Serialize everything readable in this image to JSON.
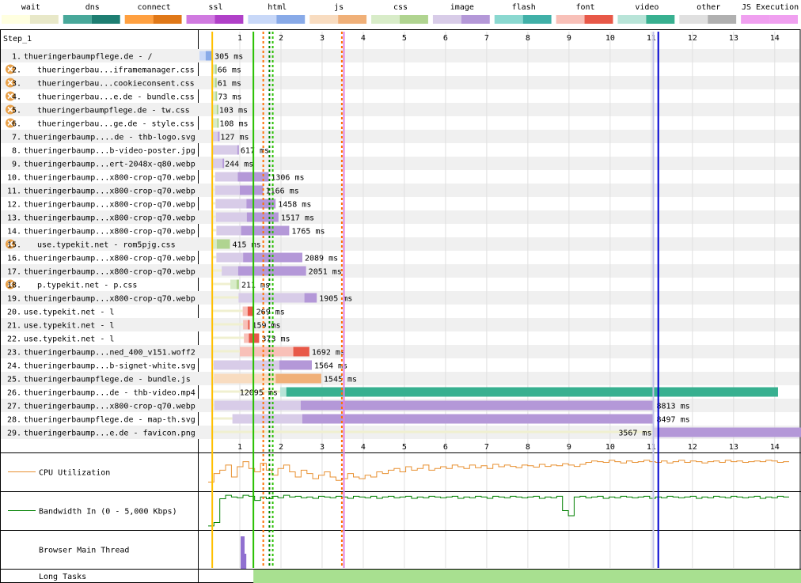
{
  "legend": [
    {
      "label": "wait",
      "color": "#ffffe0",
      "dark": "#e8e8c8"
    },
    {
      "label": "dns",
      "color": "#48a89a",
      "dark": "#1e7e72"
    },
    {
      "label": "connect",
      "color": "#ffa040",
      "dark": "#e07818"
    },
    {
      "label": "ssl",
      "color": "#d07ae0",
      "dark": "#b040c8"
    },
    {
      "label": "html",
      "color": "#c8d8f8",
      "dark": "#88aae8"
    },
    {
      "label": "js",
      "color": "#f8dcc0",
      "dark": "#f0b078"
    },
    {
      "label": "css",
      "color": "#d8ecc8",
      "dark": "#b0d490"
    },
    {
      "label": "image",
      "color": "#d8cce8",
      "dark": "#b498d8"
    },
    {
      "label": "flash",
      "color": "#8ad8d0",
      "dark": "#40b0a8"
    },
    {
      "label": "font",
      "color": "#f8c0b8",
      "dark": "#e85848"
    },
    {
      "label": "video",
      "color": "#b8e4d8",
      "dark": "#38b090"
    },
    {
      "label": "other",
      "color": "#e0e0e0",
      "dark": "#b0b0b0"
    },
    {
      "label": "JS Execution",
      "color": "#f0a0f0",
      "dark": "#f0a0f0"
    }
  ],
  "step_label": "Step_1",
  "chart_data": {
    "type": "waterfall",
    "x_unit": "seconds",
    "xlim": [
      0,
      14.6
    ],
    "ticks": [
      1,
      2,
      3,
      4,
      5,
      6,
      7,
      8,
      9,
      10,
      11,
      12,
      13,
      14
    ],
    "requests": [
      {
        "num": "1.",
        "url": "thueringerbaumpflege.de - /",
        "start": 0.02,
        "end": 0.33,
        "ttfb": 0.15,
        "type": "html",
        "blocking": false,
        "label": "305 ms",
        "label_side": "right"
      },
      {
        "num": "2.",
        "url": "thueringerbau...iframemanager.css",
        "start": 0.34,
        "end": 0.4,
        "ttfb": 0.2,
        "type": "css",
        "blocking": true,
        "label": "66 ms",
        "label_side": "right"
      },
      {
        "num": "3.",
        "url": "thueringerbau...cookieconsent.css",
        "start": 0.34,
        "end": 0.4,
        "ttfb": 0.2,
        "type": "css",
        "blocking": true,
        "label": "61 ms",
        "label_side": "right"
      },
      {
        "num": "4.",
        "url": "thueringerbau...e.de - bundle.css",
        "start": 0.34,
        "end": 0.41,
        "ttfb": 0.2,
        "type": "css",
        "blocking": true,
        "label": "73 ms",
        "label_side": "right"
      },
      {
        "num": "5.",
        "url": "thueringerbaumpflege.de - tw.css",
        "start": 0.34,
        "end": 0.44,
        "ttfb": 0.2,
        "type": "css",
        "blocking": true,
        "label": "103 ms",
        "label_side": "right"
      },
      {
        "num": "6.",
        "url": "thueringerbau...ge.de - style.css",
        "start": 0.34,
        "end": 0.45,
        "ttfb": 0.2,
        "type": "css",
        "blocking": true,
        "label": "108 ms",
        "label_side": "right"
      },
      {
        "num": "7.",
        "url": "thueringerbaump....de - thb-logo.svg",
        "start": 0.34,
        "end": 0.47,
        "ttfb": 0.2,
        "type": "image",
        "blocking": false,
        "label": "127 ms",
        "label_side": "right"
      },
      {
        "num": "8.",
        "url": "thueringerbaump...b-video-poster.jpg",
        "start": 0.34,
        "end": 0.96,
        "ttfb": 0.6,
        "type": "image",
        "blocking": false,
        "label": "617 ms",
        "label_side": "right"
      },
      {
        "num": "9.",
        "url": "thueringerbaump...ert-2048x-q80.webp",
        "start": 0.34,
        "end": 0.58,
        "ttfb": 0.6,
        "type": "image",
        "blocking": false,
        "label": "244 ms",
        "label_side": "right"
      },
      {
        "num": "10.",
        "url": "thueringerbaump...x800-crop-q70.webp",
        "start": 0.4,
        "end": 1.7,
        "ttfb": 0.55,
        "type": "image",
        "blocking": false,
        "label": "1306 ms",
        "label_side": "right"
      },
      {
        "num": "11.",
        "url": "thueringerbaump...x800-crop-q70.webp",
        "start": 0.4,
        "end": 1.57,
        "ttfb": 0.6,
        "type": "image",
        "blocking": false,
        "label": "1166 ms",
        "label_side": "right"
      },
      {
        "num": "12.",
        "url": "thueringerbaump...x800-crop-q70.webp",
        "start": 0.41,
        "end": 1.87,
        "ttfb": 0.75,
        "type": "image",
        "blocking": false,
        "label": "1458 ms",
        "label_side": "right"
      },
      {
        "num": "13.",
        "url": "thueringerbaump...x800-crop-q70.webp",
        "start": 0.42,
        "end": 1.94,
        "ttfb": 0.75,
        "type": "image",
        "blocking": false,
        "label": "1517 ms",
        "label_side": "right"
      },
      {
        "num": "14.",
        "url": "thueringerbaump...x800-crop-q70.webp",
        "start": 0.43,
        "end": 2.2,
        "ttfb": 0.6,
        "type": "image",
        "blocking": false,
        "label": "1765 ms",
        "label_side": "right"
      },
      {
        "num": "15.",
        "url": "use.typekit.net - rom5pjg.css",
        "start": 0.34,
        "end": 0.76,
        "ttfb": 0.1,
        "type": "css",
        "blocking": true,
        "label": "415 ms",
        "label_side": "right"
      },
      {
        "num": "16.",
        "url": "thueringerbaump...x800-crop-q70.webp",
        "start": 0.43,
        "end": 2.52,
        "ttfb": 0.65,
        "type": "image",
        "blocking": false,
        "label": "2089 ms",
        "label_side": "right"
      },
      {
        "num": "17.",
        "url": "thueringerbaump...x800-crop-q70.webp",
        "start": 0.56,
        "end": 2.61,
        "ttfb": 0.4,
        "type": "image",
        "blocking": false,
        "label": "2051 ms",
        "label_side": "right"
      },
      {
        "num": "18.",
        "url": "p.typekit.net - p.css",
        "start": 0.77,
        "end": 0.98,
        "ttfb": 0.15,
        "type": "css",
        "blocking": true,
        "label": "211 ms",
        "label_side": "right"
      },
      {
        "num": "19.",
        "url": "thueringerbaump...x800-crop-q70.webp",
        "start": 0.97,
        "end": 2.87,
        "ttfb": 1.6,
        "type": "image",
        "blocking": false,
        "label": "1905 ms",
        "label_side": "right"
      },
      {
        "num": "20.",
        "url": "use.typekit.net - l",
        "start": 1.07,
        "end": 1.34,
        "ttfb": 0.12,
        "type": "font",
        "blocking": false,
        "label": "269 ms",
        "label_side": "right"
      },
      {
        "num": "21.",
        "url": "use.typekit.net - l",
        "start": 1.08,
        "end": 1.24,
        "ttfb": 0.12,
        "type": "font",
        "blocking": false,
        "label": "159 ms",
        "label_side": "right"
      },
      {
        "num": "22.",
        "url": "use.typekit.net - l",
        "start": 1.1,
        "end": 1.47,
        "ttfb": 0.12,
        "type": "font",
        "blocking": false,
        "label": "373 ms",
        "label_side": "right"
      },
      {
        "num": "23.",
        "url": "thueringerbaump...ned_400_v151.woff2",
        "start": 1.0,
        "end": 2.69,
        "ttfb": 1.3,
        "type": "font",
        "blocking": false,
        "label": "1692 ms",
        "label_side": "right"
      },
      {
        "num": "24.",
        "url": "thueringerbaump...b-signet-white.svg",
        "start": 0.36,
        "end": 2.75,
        "ttfb": 1.6,
        "type": "image",
        "blocking": false,
        "label": "1564 ms",
        "label_side": "right"
      },
      {
        "num": "25.",
        "url": "thueringerbaumpflege.de - bundle.js",
        "start": 0.37,
        "end": 2.98,
        "ttfb": 1.5,
        "type": "js",
        "blocking": false,
        "label": "1545 ms",
        "label_side": "right"
      },
      {
        "num": "26.",
        "url": "thueringerbaump...de - thb-video.mp4",
        "start": 1.98,
        "end": 14.08,
        "ttfb": 0.15,
        "type": "video",
        "blocking": false,
        "label": "12095 ms",
        "label_side": "left"
      },
      {
        "num": "27.",
        "url": "thueringerbaump...x800-crop-q70.webp",
        "start": 0.38,
        "end": 11.07,
        "ttfb": 2.1,
        "type": "image",
        "blocking": false,
        "label": "8813 ms",
        "label_side": "right"
      },
      {
        "num": "28.",
        "url": "thueringerbaumpflege.de - map-th.svg",
        "start": 0.82,
        "end": 11.07,
        "ttfb": 1.7,
        "type": "image",
        "blocking": false,
        "label": "8497 ms",
        "label_side": "right"
      },
      {
        "num": "29.",
        "url": "thueringerbaump...e.de - favicon.png",
        "start": 11.07,
        "end": 14.64,
        "ttfb": 0.1,
        "type": "image",
        "blocking": false,
        "label": "3567 ms",
        "label_side": "left"
      }
    ],
    "markers": [
      {
        "t": 0.33,
        "color": "#ffc000",
        "style": "solid"
      },
      {
        "t": 1.33,
        "color": "#28c000",
        "style": "solid"
      },
      {
        "t": 1.57,
        "color": "#ff7000",
        "style": "dashed"
      },
      {
        "t": 1.72,
        "color": "#008000",
        "style": "dashed"
      },
      {
        "t": 1.8,
        "color": "#28c000",
        "style": "dashed"
      },
      {
        "t": 3.48,
        "color": "#ff7000",
        "style": "dashed"
      },
      {
        "t": 3.53,
        "color": "#e080e0",
        "style": "solid"
      },
      {
        "t": 11.05,
        "color": "#c0c0e8",
        "style": "solid"
      },
      {
        "t": 11.17,
        "color": "#0000d0",
        "style": "solid"
      }
    ],
    "cpu": {
      "label": "CPU Utilization",
      "color": "#e89030",
      "values": [
        0.2,
        0.45,
        0.55,
        0.7,
        0.35,
        0.65,
        0.8,
        0.6,
        0.5,
        0.75,
        0.55,
        0.4,
        0.6,
        0.7,
        0.5,
        0.35,
        0.55,
        0.45,
        0.3,
        0.4,
        0.5,
        0.35,
        0.25,
        0.3,
        0.45,
        0.35,
        0.3,
        0.4,
        0.35,
        0.5,
        0.45,
        0.55,
        0.6,
        0.5,
        0.65,
        0.55,
        0.6,
        0.7,
        0.55,
        0.6,
        0.65,
        0.6,
        0.7,
        0.65,
        0.6,
        0.7,
        0.62,
        0.68,
        0.6,
        0.72,
        0.65,
        0.7,
        0.66,
        0.62,
        0.7,
        0.68,
        0.64,
        0.72,
        0.66,
        0.7,
        0.68,
        0.74,
        0.7,
        0.66,
        0.72,
        0.78,
        0.82,
        0.8,
        0.78,
        0.84,
        0.8,
        0.76,
        0.82,
        0.78,
        0.8,
        0.84,
        0.8,
        0.78,
        0.82,
        0.76,
        0.8,
        0.84,
        0.78,
        0.82,
        0.8,
        0.76,
        0.8,
        0.82,
        0.78,
        0.84,
        0.8,
        0.82,
        0.78,
        0.8,
        0.82,
        0.8,
        0.84,
        0.82,
        0.78,
        0.8
      ]
    },
    "bandwidth": {
      "label": "Bandwidth In (0 - 5,000 Kbps)",
      "color": "#008000",
      "values": [
        0.05,
        0.15,
        0.85,
        0.95,
        0.9,
        0.88,
        0.95,
        0.92,
        0.8,
        0.9,
        0.85,
        0.92,
        0.88,
        0.95,
        0.9,
        0.92,
        0.88,
        0.9,
        0.86,
        0.92,
        0.9,
        0.88,
        0.92,
        0.9,
        0.86,
        0.92,
        0.9,
        0.88,
        0.92,
        0.86,
        0.9,
        0.92,
        0.88,
        0.9,
        0.92,
        0.86,
        0.9,
        0.88,
        0.92,
        0.9,
        0.88,
        0.9,
        0.92,
        0.86,
        0.9,
        0.88,
        0.92,
        0.9,
        0.86,
        0.92,
        0.9,
        0.88,
        0.92,
        0.9,
        0.88,
        0.9,
        0.92,
        0.86,
        0.9,
        0.88,
        0.92,
        0.5,
        0.35,
        0.9,
        0.92,
        0.88,
        0.9,
        0.92,
        0.86,
        0.9,
        0.88,
        0.92,
        0.9,
        0.88,
        0.9,
        0.92,
        0.86,
        0.9,
        0.88,
        0.92,
        0.9,
        0.88,
        0.9,
        0.92,
        0.86,
        0.9,
        0.88,
        0.92,
        0.9,
        0.88,
        0.92,
        0.9,
        0.88,
        0.9,
        0.92,
        0.86,
        0.9,
        0.88,
        0.92,
        0.9
      ]
    },
    "main_thread": {
      "label": "Browser Main Thread"
    },
    "long_tasks": {
      "label": "Long Tasks",
      "color": "#a8e090",
      "start": 1.33,
      "end": 14.64
    }
  }
}
